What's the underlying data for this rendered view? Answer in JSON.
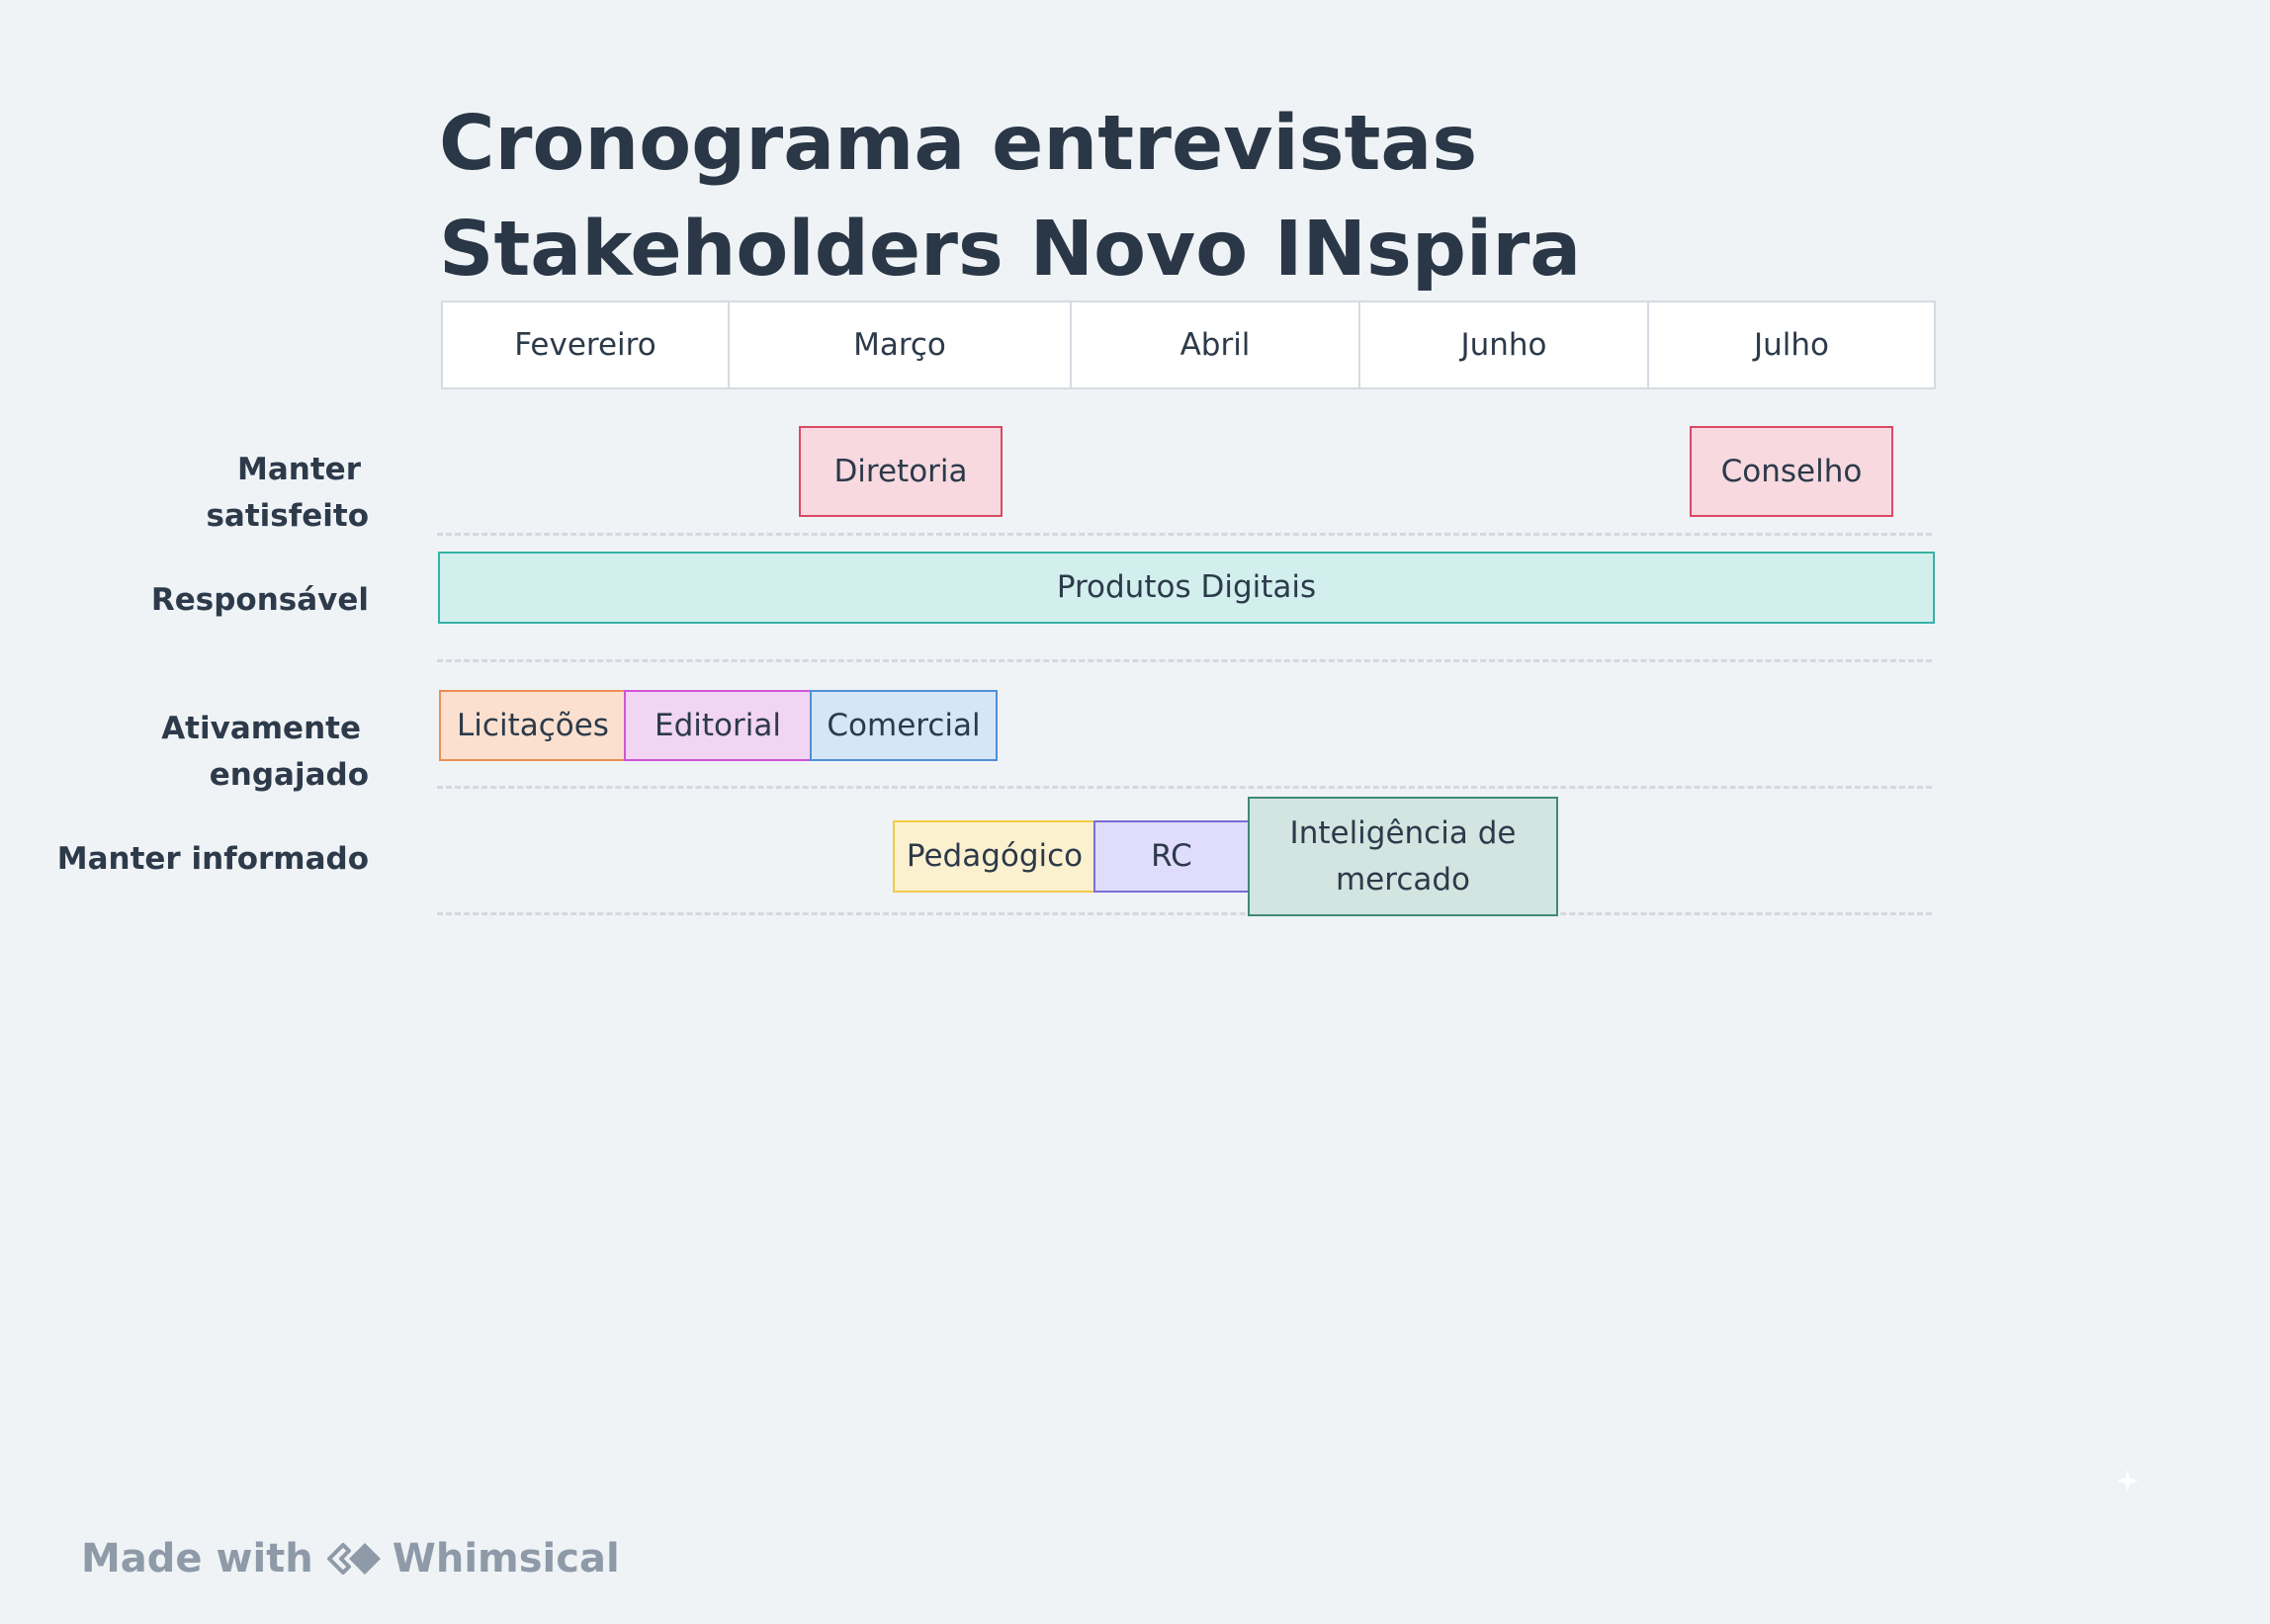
{
  "title": {
    "line1": "Cronograma entrevistas",
    "line2": "Stakeholders Novo INspira"
  },
  "months": [
    "Fevereiro",
    "Março",
    "Abril",
    "Junho",
    "Julho"
  ],
  "rows": [
    {
      "label_line1": "Manter",
      "label_line2": "satisfeito"
    },
    {
      "label_line1": "Responsável"
    },
    {
      "label_line1": "Ativamente",
      "label_line2": "engajado"
    },
    {
      "label_line1": "Manter informado"
    }
  ],
  "boxes": {
    "diretoria": {
      "label": "Diretoria",
      "color": "#f7d9df",
      "border": "#d94a64"
    },
    "conselho": {
      "label": "Conselho",
      "color": "#f7d9df",
      "border": "#d94a64"
    },
    "produtos_digitais": {
      "label": "Produtos Digitais",
      "color": "#d2efee",
      "border": "#35b3a5"
    },
    "licitacoes": {
      "label": "Licitações",
      "color": "#fbe0cf",
      "border": "#eb8e55"
    },
    "editorial": {
      "label": "Editorial",
      "color": "#f1d5f3",
      "border": "#cf55d6"
    },
    "comercial": {
      "label": "Comercial",
      "color": "#d5e6f7",
      "border": "#4f8fd6"
    },
    "pedagogico": {
      "label": "Pedagógico",
      "color": "#fcf1cf",
      "border": "#f2c94a"
    },
    "rc": {
      "label": "RC",
      "color": "#e0dcfb",
      "border": "#7d6bd8"
    },
    "inteligencia": {
      "label_line1": "Inteligência de",
      "label_line2": "mercado",
      "color": "#d2e5e0",
      "border": "#3f8a74"
    }
  },
  "footer": {
    "made_with": "Made with",
    "brand": "Whimsical"
  }
}
